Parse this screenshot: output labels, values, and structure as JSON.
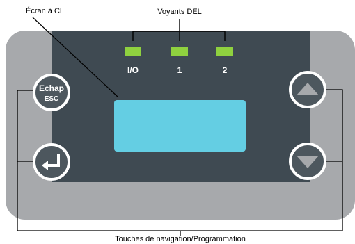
{
  "annotations": {
    "lcd_label": "Écran à CL",
    "leds_label": "Voyants DEL",
    "nav_label": "Touches de navigation/Programmation"
  },
  "leds": [
    {
      "label": "I/O",
      "color": "#8fd13f"
    },
    {
      "label": "1",
      "color": "#8fd13f"
    },
    {
      "label": "2",
      "color": "#8fd13f"
    }
  ],
  "buttons": {
    "escape_line1": "Echap",
    "escape_line2": "ESC",
    "enter_icon": "enter-arrow-icon",
    "up_icon": "triangle-up-icon",
    "down_icon": "triangle-down-icon"
  },
  "colors": {
    "outer_panel": "#a7a9ac",
    "inner_panel": "#3f4a52",
    "lcd_screen": "#64cee3",
    "button_fill": "#4d575e",
    "button_ring": "#ffffff",
    "callout_line": "#000000"
  }
}
